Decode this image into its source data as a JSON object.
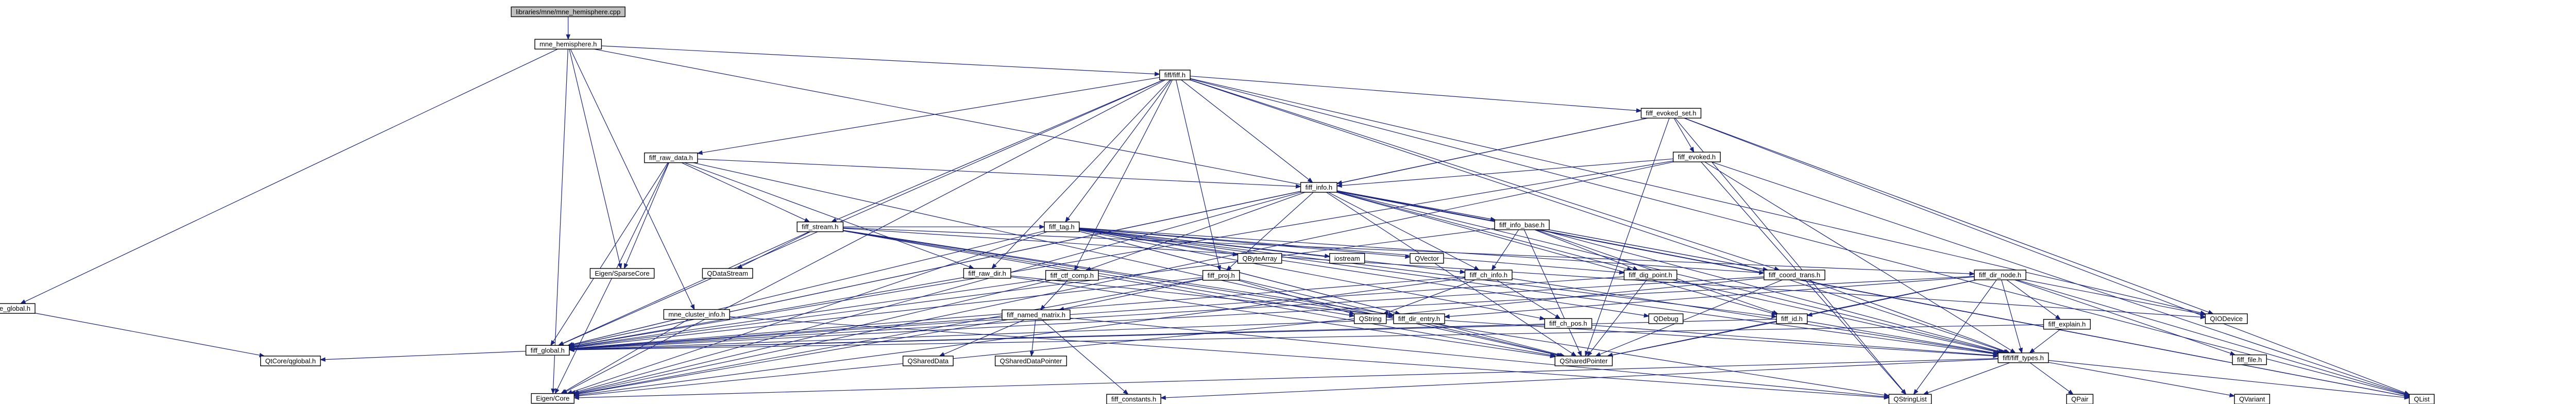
{
  "diagram": {
    "nodes": [
      {
        "id": "n0",
        "label": "libraries/mne/mne_hemisphere.cpp",
        "root": true
      },
      {
        "id": "n1",
        "label": "mne_hemisphere.h"
      },
      {
        "id": "n2",
        "label": "mne_global.h"
      },
      {
        "id": "n3",
        "label": "QtCore/qglobal.h"
      },
      {
        "id": "n4",
        "label": "fiff/fiff.h"
      },
      {
        "id": "n5",
        "label": "fiff_evoked_set.h"
      },
      {
        "id": "n6",
        "label": "fiff_evoked.h"
      },
      {
        "id": "n7",
        "label": "fiff_raw_data.h"
      },
      {
        "id": "n8",
        "label": "fiff_info.h"
      },
      {
        "id": "n9",
        "label": "fiff_info_base.h"
      },
      {
        "id": "n10",
        "label": "fiff_tag.h"
      },
      {
        "id": "n11",
        "label": "fiff_stream.h"
      },
      {
        "id": "n12",
        "label": "QDataStream"
      },
      {
        "id": "n13",
        "label": "Eigen/SparseCore"
      },
      {
        "id": "n14",
        "label": "fiff_raw_dir.h"
      },
      {
        "id": "n15",
        "label": "fiff_ctf_comp.h"
      },
      {
        "id": "n16",
        "label": "fiff_proj.h"
      },
      {
        "id": "n17",
        "label": "QByteArray"
      },
      {
        "id": "n18",
        "label": "iostream"
      },
      {
        "id": "n19",
        "label": "QVector"
      },
      {
        "id": "n20",
        "label": "fiff_ch_info.h"
      },
      {
        "id": "n21",
        "label": "fiff_dig_point.h"
      },
      {
        "id": "n22",
        "label": "fiff_coord_trans.h"
      },
      {
        "id": "n23",
        "label": "fiff_dir_node.h"
      },
      {
        "id": "n24",
        "label": "mne_cluster_info.h"
      },
      {
        "id": "n25",
        "label": "fiff_named_matrix.h"
      },
      {
        "id": "n26",
        "label": "QString"
      },
      {
        "id": "n27",
        "label": "fiff_dir_entry.h"
      },
      {
        "id": "n28",
        "label": "fiff_ch_pos.h"
      },
      {
        "id": "n29",
        "label": "QDebug"
      },
      {
        "id": "n30",
        "label": "fiff_id.h"
      },
      {
        "id": "n31",
        "label": "fiff_explain.h"
      },
      {
        "id": "n32",
        "label": "QIODevice"
      },
      {
        "id": "n33",
        "label": "fiff_global.h"
      },
      {
        "id": "n34",
        "label": "QSharedData"
      },
      {
        "id": "n35",
        "label": "QSharedDataPointer"
      },
      {
        "id": "n36",
        "label": "QSharedPointer"
      },
      {
        "id": "n37",
        "label": "fiff_file.h"
      },
      {
        "id": "n38",
        "label": "fiff/fiff_types.h"
      },
      {
        "id": "n39",
        "label": "Eigen/Core"
      },
      {
        "id": "n40",
        "label": "fiff_constants.h"
      },
      {
        "id": "n41",
        "label": "QStringList"
      },
      {
        "id": "n42",
        "label": "QPair"
      },
      {
        "id": "n43",
        "label": "QVariant"
      },
      {
        "id": "n44",
        "label": "QList"
      }
    ],
    "edges": [
      [
        "n0",
        "n1"
      ],
      [
        "n1",
        "n2"
      ],
      [
        "n1",
        "n4"
      ],
      [
        "n1",
        "n24"
      ],
      [
        "n1",
        "n39"
      ],
      [
        "n1",
        "n13"
      ],
      [
        "n1",
        "n44"
      ],
      [
        "n2",
        "n3"
      ],
      [
        "n4",
        "n5"
      ],
      [
        "n4",
        "n7"
      ],
      [
        "n4",
        "n8"
      ],
      [
        "n4",
        "n10"
      ],
      [
        "n4",
        "n11"
      ],
      [
        "n4",
        "n14"
      ],
      [
        "n4",
        "n15"
      ],
      [
        "n4",
        "n16"
      ],
      [
        "n4",
        "n22"
      ],
      [
        "n4",
        "n33"
      ],
      [
        "n4",
        "n38"
      ],
      [
        "n4",
        "n44"
      ],
      [
        "n4",
        "n32"
      ],
      [
        "n4",
        "n39"
      ],
      [
        "n5",
        "n6"
      ],
      [
        "n5",
        "n8"
      ],
      [
        "n5",
        "n33"
      ],
      [
        "n5",
        "n32"
      ],
      [
        "n5",
        "n41"
      ],
      [
        "n5",
        "n44"
      ],
      [
        "n5",
        "n36"
      ],
      [
        "n6",
        "n8"
      ],
      [
        "n6",
        "n33"
      ],
      [
        "n6",
        "n38"
      ],
      [
        "n6",
        "n41"
      ],
      [
        "n6",
        "n44"
      ],
      [
        "n6",
        "n39"
      ],
      [
        "n7",
        "n8"
      ],
      [
        "n7",
        "n11"
      ],
      [
        "n7",
        "n14"
      ],
      [
        "n7",
        "n33"
      ],
      [
        "n7",
        "n13"
      ],
      [
        "n7",
        "n39"
      ],
      [
        "n7",
        "n36"
      ],
      [
        "n8",
        "n9"
      ],
      [
        "n8",
        "n15"
      ],
      [
        "n8",
        "n16"
      ],
      [
        "n8",
        "n20"
      ],
      [
        "n8",
        "n21"
      ],
      [
        "n8",
        "n22"
      ],
      [
        "n8",
        "n30"
      ],
      [
        "n8",
        "n33"
      ],
      [
        "n8",
        "n38"
      ],
      [
        "n8",
        "n36"
      ],
      [
        "n8",
        "n39"
      ],
      [
        "n8",
        "n44"
      ],
      [
        "n9",
        "n20"
      ],
      [
        "n9",
        "n21"
      ],
      [
        "n9",
        "n22"
      ],
      [
        "n9",
        "n30"
      ],
      [
        "n9",
        "n38"
      ],
      [
        "n9",
        "n33"
      ],
      [
        "n9",
        "n36"
      ],
      [
        "n10",
        "n20"
      ],
      [
        "n10",
        "n21"
      ],
      [
        "n10",
        "n22"
      ],
      [
        "n10",
        "n27"
      ],
      [
        "n10",
        "n28"
      ],
      [
        "n10",
        "n30"
      ],
      [
        "n10",
        "n38"
      ],
      [
        "n10",
        "n33"
      ],
      [
        "n10",
        "n17"
      ],
      [
        "n10",
        "n18"
      ],
      [
        "n10",
        "n19"
      ],
      [
        "n10",
        "n36"
      ],
      [
        "n10",
        "n29"
      ],
      [
        "n10",
        "n39"
      ],
      [
        "n11",
        "n10"
      ],
      [
        "n11",
        "n23"
      ],
      [
        "n11",
        "n27"
      ],
      [
        "n11",
        "n12"
      ],
      [
        "n11",
        "n26"
      ],
      [
        "n11",
        "n32"
      ],
      [
        "n11",
        "n36"
      ],
      [
        "n11",
        "n33"
      ],
      [
        "n11",
        "n41"
      ],
      [
        "n14",
        "n27"
      ],
      [
        "n14",
        "n33"
      ],
      [
        "n14",
        "n36"
      ],
      [
        "n15",
        "n25"
      ],
      [
        "n15",
        "n33"
      ],
      [
        "n15",
        "n39"
      ],
      [
        "n16",
        "n25"
      ],
      [
        "n16",
        "n33"
      ],
      [
        "n16",
        "n26"
      ],
      [
        "n16",
        "n36"
      ],
      [
        "n16",
        "n39"
      ],
      [
        "n20",
        "n28"
      ],
      [
        "n20",
        "n38"
      ],
      [
        "n20",
        "n33"
      ],
      [
        "n20",
        "n26"
      ],
      [
        "n20",
        "n39"
      ],
      [
        "n21",
        "n38"
      ],
      [
        "n21",
        "n33"
      ],
      [
        "n21",
        "n36"
      ],
      [
        "n22",
        "n38"
      ],
      [
        "n22",
        "n33"
      ],
      [
        "n22",
        "n36"
      ],
      [
        "n22",
        "n39"
      ],
      [
        "n23",
        "n27"
      ],
      [
        "n23",
        "n30"
      ],
      [
        "n23",
        "n31"
      ],
      [
        "n23",
        "n38"
      ],
      [
        "n23",
        "n37"
      ],
      [
        "n23",
        "n33"
      ],
      [
        "n23",
        "n32"
      ],
      [
        "n23",
        "n36"
      ],
      [
        "n23",
        "n44"
      ],
      [
        "n23",
        "n41"
      ],
      [
        "n24",
        "n33"
      ],
      [
        "n24",
        "n39"
      ],
      [
        "n24",
        "n41"
      ],
      [
        "n25",
        "n33"
      ],
      [
        "n25",
        "n40"
      ],
      [
        "n25",
        "n34"
      ],
      [
        "n25",
        "n35"
      ],
      [
        "n25",
        "n39"
      ],
      [
        "n25",
        "n41"
      ],
      [
        "n27",
        "n38"
      ],
      [
        "n27",
        "n33"
      ],
      [
        "n28",
        "n38"
      ],
      [
        "n28",
        "n33"
      ],
      [
        "n30",
        "n38"
      ],
      [
        "n30",
        "n33"
      ],
      [
        "n30",
        "n36"
      ],
      [
        "n31",
        "n38"
      ],
      [
        "n31",
        "n33"
      ],
      [
        "n33",
        "n3"
      ],
      [
        "n38",
        "n39"
      ],
      [
        "n38",
        "n40"
      ],
      [
        "n38",
        "n41"
      ],
      [
        "n38",
        "n42"
      ],
      [
        "n38",
        "n43"
      ],
      [
        "n38",
        "n44"
      ]
    ]
  }
}
